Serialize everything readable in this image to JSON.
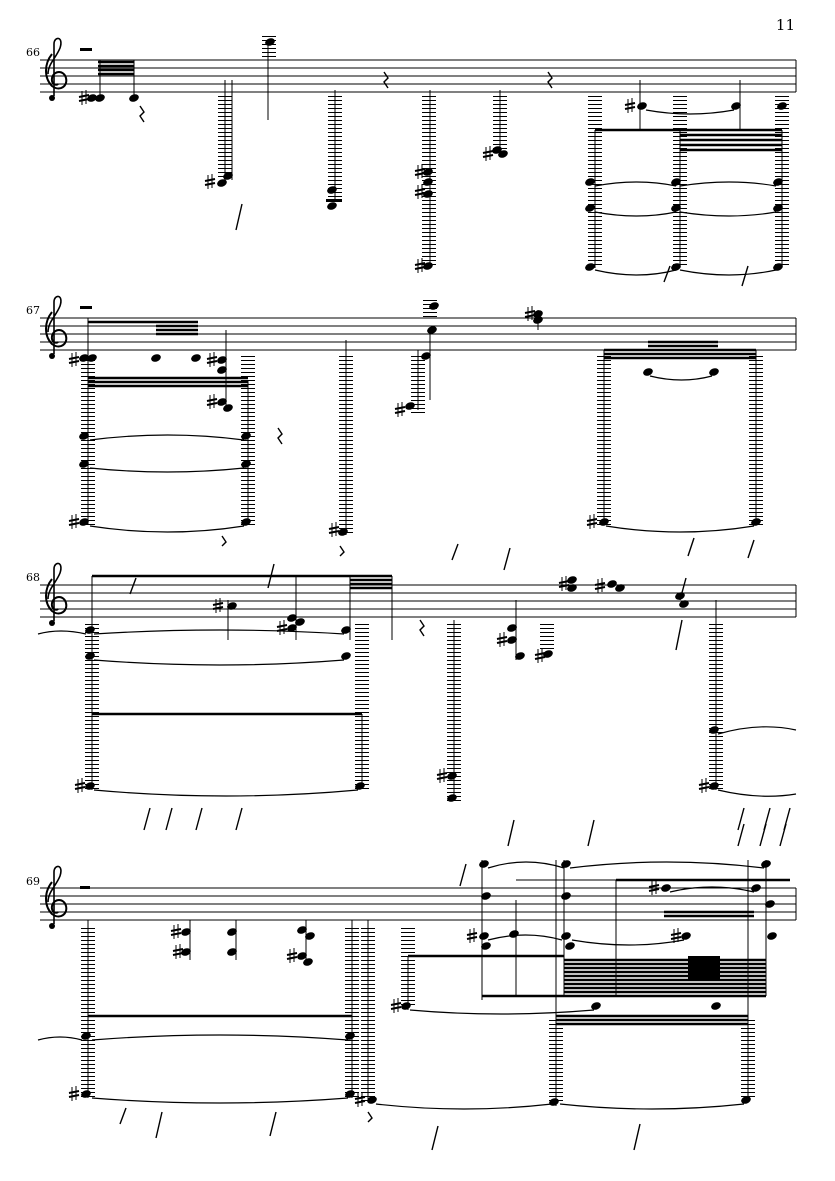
{
  "page": {
    "number": "11"
  },
  "systems": [
    {
      "measure": "66"
    },
    {
      "measure": "67"
    },
    {
      "measure": "68"
    },
    {
      "measure": "69"
    }
  ],
  "colors": {
    "ink": "#000000",
    "paper": "#ffffff"
  }
}
